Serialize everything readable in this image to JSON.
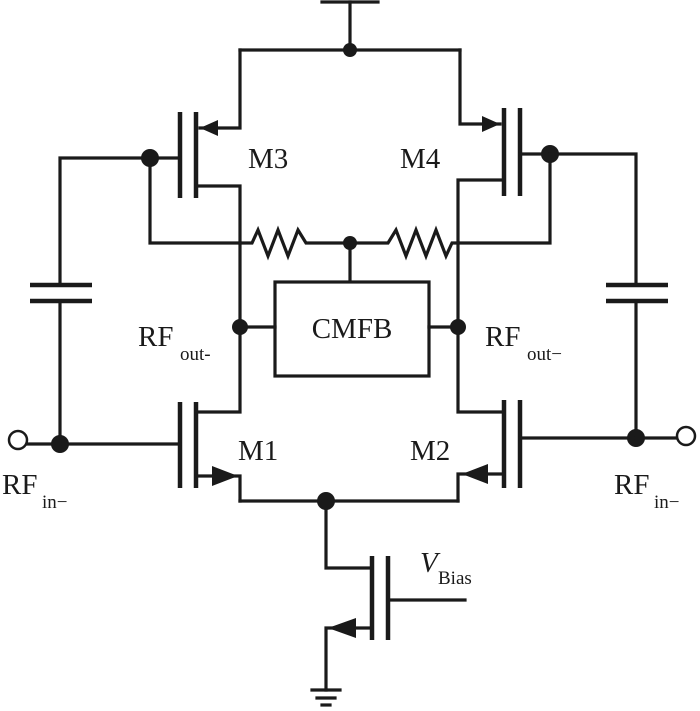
{
  "labels": {
    "m1": "M1",
    "m2": "M2",
    "m3": "M3",
    "m4": "M4",
    "cmfb": "CMFB",
    "rf_out_left": {
      "main": "RF",
      "sub": "out-"
    },
    "rf_out_right": {
      "main": "RF",
      "sub": "out−"
    },
    "rf_in_left": {
      "main": "RF",
      "sub": "in−"
    },
    "rf_in_right": {
      "main": "RF",
      "sub": "in−"
    },
    "vbias": {
      "main": "V",
      "sub": "Bias"
    }
  }
}
